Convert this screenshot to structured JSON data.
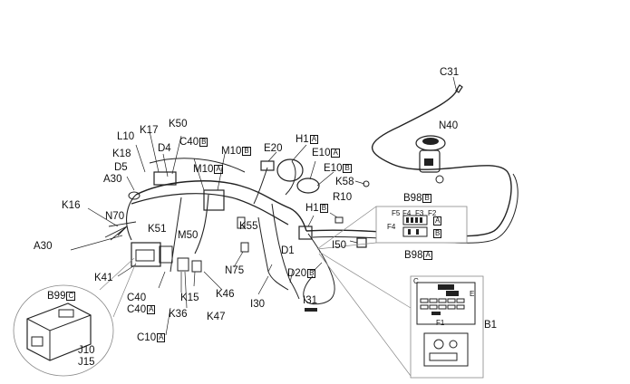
{
  "labels": {
    "c31": "C31",
    "n40": "N40",
    "k50": "K50",
    "k17": "K17",
    "l10": "L10",
    "d4": "D4",
    "k18": "K18",
    "d5": "D5",
    "a30_top": "A30",
    "c40b_text": "C40",
    "c40b_box": "B",
    "m10b_text": "M10",
    "m10b_box": "B",
    "m10a_text": "M10",
    "m10a_box": "A",
    "e20": "E20",
    "h1a_text": "H1",
    "h1a_box": "A",
    "e10a_text": "E10",
    "e10a_box": "A",
    "e10b_text": "E10",
    "e10b_box": "B",
    "k58": "K58",
    "r10": "R10",
    "h1b_text": "H1",
    "h1b_box": "B",
    "b98b_text": "B98",
    "b98b_box": "B",
    "fuse_f5": "F5",
    "fuse_f4": "F4",
    "fuse_f3": "F3",
    "fuse_f2": "F2",
    "fuse_f4_side": "F4",
    "fuse_box_a": "A",
    "fuse_box_b": "B",
    "b98a_text": "B98",
    "b98a_box": "A",
    "k16": "K16",
    "n70": "N70",
    "k51": "K51",
    "m50": "M50",
    "k55": "K55",
    "a30_left": "A30",
    "k41": "K41",
    "n75": "N75",
    "d1": "D1",
    "i50": "I50",
    "d20_text": "D20",
    "d20_box": "B",
    "b99_text": "B99",
    "b99_box": "C",
    "c40_plain": "C40",
    "c40a_text": "C40",
    "c40a_box": "A",
    "k15": "K15",
    "k46": "K46",
    "k36": "K36",
    "k47": "K47",
    "i30": "I30",
    "i31": "I31",
    "c10a_text": "C10",
    "c10a_box": "A",
    "j10": "J10",
    "j15": "J15",
    "b1": "B1",
    "panel_c": "C",
    "panel_e": "E",
    "panel_f1": "F1"
  }
}
